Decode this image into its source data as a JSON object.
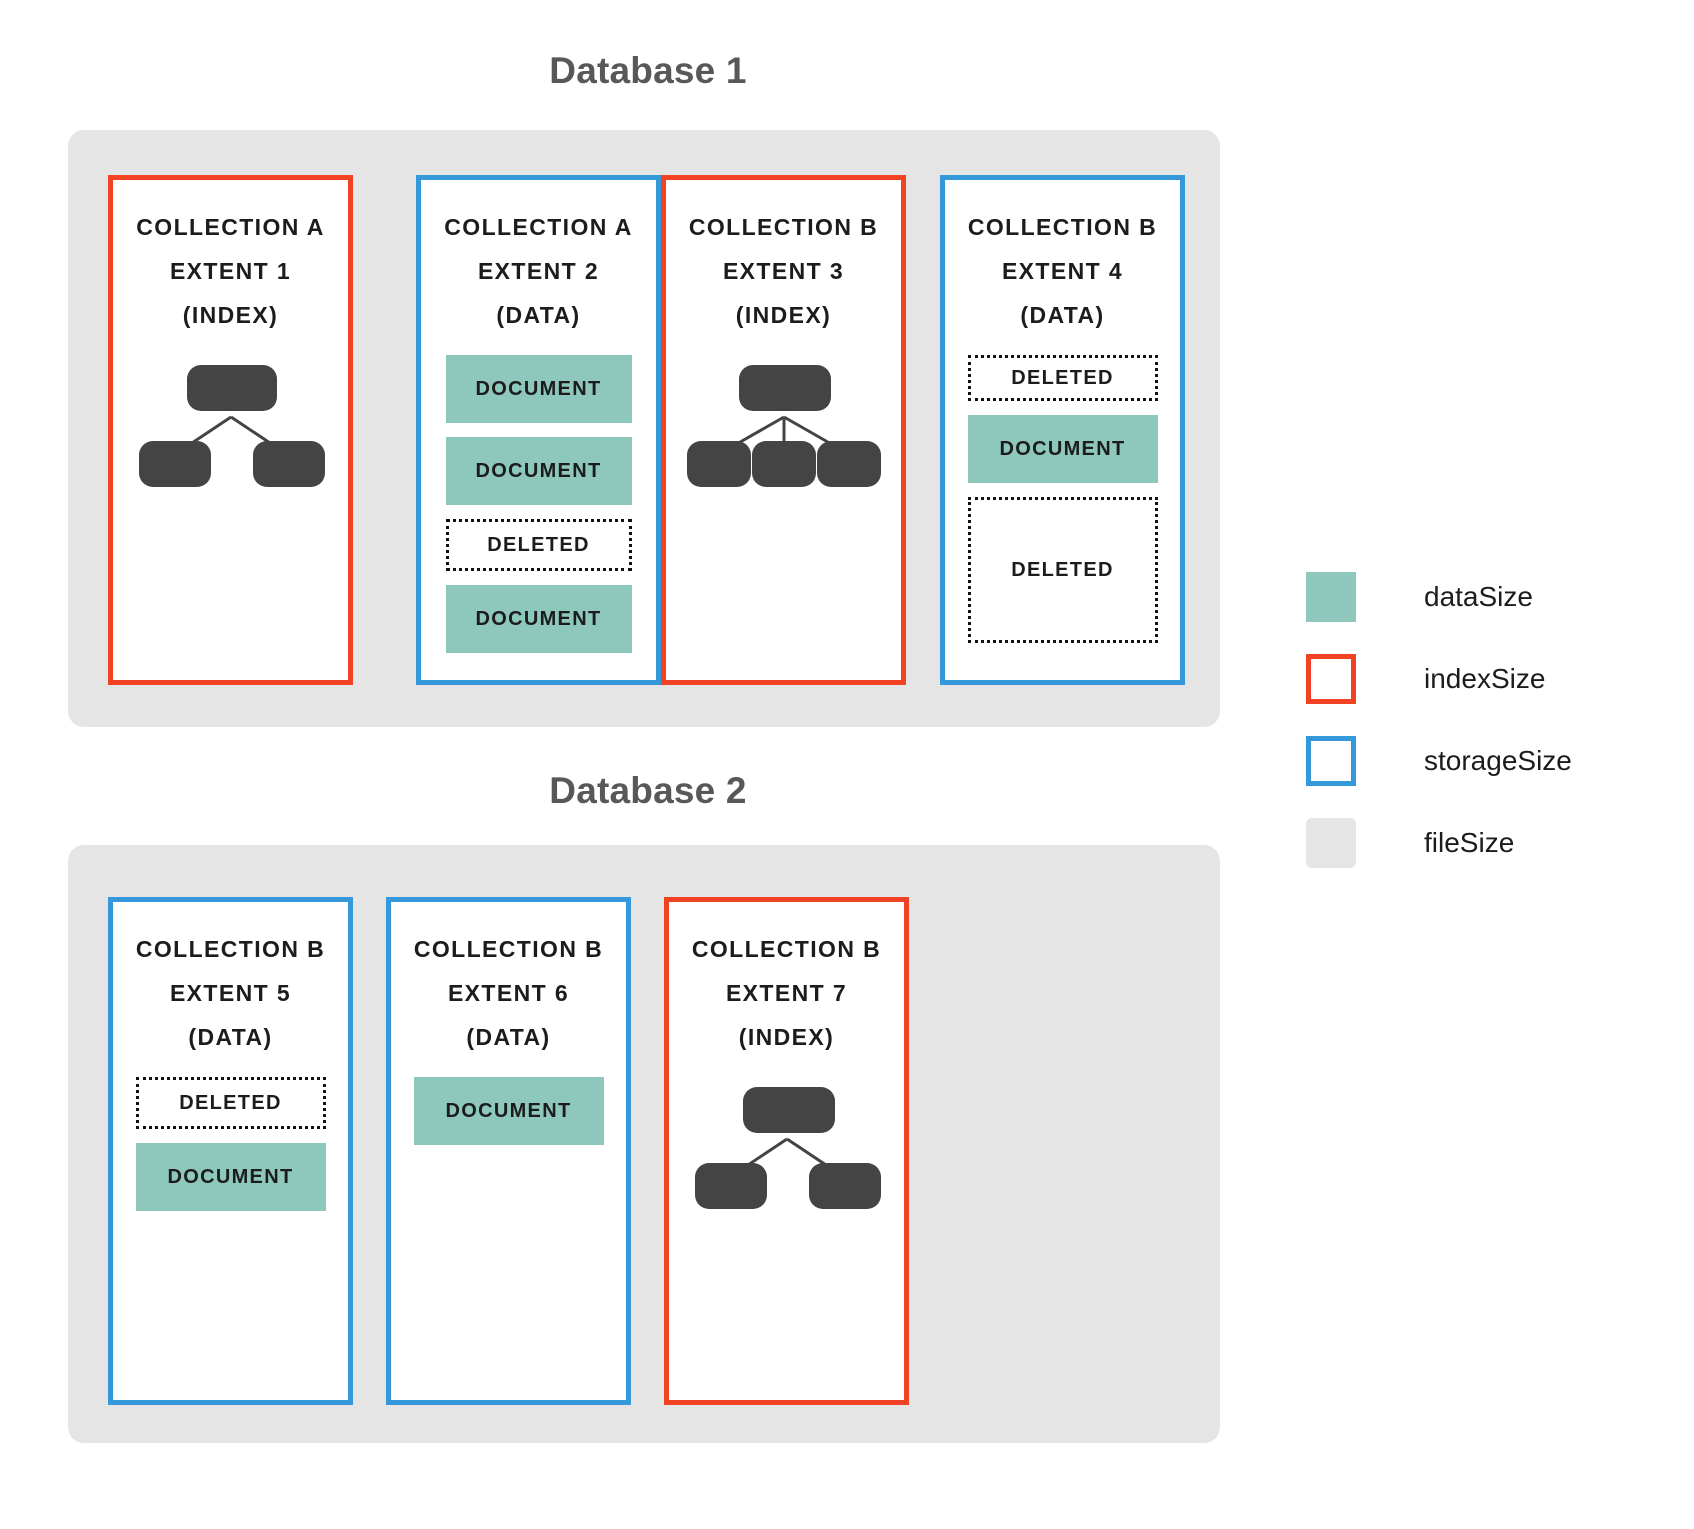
{
  "databases": [
    {
      "title": "Database 1",
      "file_color": "#e5e5e5",
      "extents": [
        {
          "name": "COLLECTION A\nEXTENT 1\n(INDEX)",
          "collection": "COLLECTION A",
          "extent_label": "EXTENT 1",
          "kind_label": "(INDEX)",
          "border_type": "indexSize",
          "border_color": "#f04323",
          "content": "index-tree",
          "tree": {
            "root_children": 2
          }
        },
        {
          "name": "COLLECTION A\nEXTENT 2\n(DATA)",
          "collection": "COLLECTION A",
          "extent_label": "EXTENT 2",
          "kind_label": "(DATA)",
          "border_type": "storageSize",
          "border_color": "#3498db",
          "content": "blocks",
          "blocks": [
            {
              "label": "DOCUMENT",
              "type": "document",
              "height": 68
            },
            {
              "label": "DOCUMENT",
              "type": "document",
              "height": 68
            },
            {
              "label": "DELETED",
              "type": "deleted",
              "height": 52
            },
            {
              "label": "DOCUMENT",
              "type": "document",
              "height": 68
            }
          ]
        },
        {
          "name": "COLLECTION B\nEXTENT 3\n(INDEX)",
          "collection": "COLLECTION B",
          "extent_label": "EXTENT 3",
          "kind_label": "(INDEX)",
          "border_type": "indexSize",
          "border_color": "#f04323",
          "content": "index-tree",
          "tree": {
            "root_children": 3
          }
        },
        {
          "name": "COLLECTION B\nEXTENT 4\n(DATA)",
          "collection": "COLLECTION B",
          "extent_label": "EXTENT 4",
          "kind_label": "(DATA)",
          "border_type": "storageSize",
          "border_color": "#3498db",
          "content": "blocks",
          "blocks": [
            {
              "label": "DELETED",
              "type": "deleted",
              "height": 46
            },
            {
              "label": "DOCUMENT",
              "type": "document",
              "height": 68
            },
            {
              "label": "DELETED",
              "type": "deleted",
              "height": 146
            }
          ]
        }
      ]
    },
    {
      "title": "Database 2",
      "file_color": "#e5e5e5",
      "extents": [
        {
          "name": "COLLECTION B\nEXTENT 5\n(DATA)",
          "collection": "COLLECTION B",
          "extent_label": "EXTENT 5",
          "kind_label": "(DATA)",
          "border_type": "storageSize",
          "border_color": "#3498db",
          "content": "blocks",
          "blocks": [
            {
              "label": "DELETED",
              "type": "deleted",
              "height": 52
            },
            {
              "label": "DOCUMENT",
              "type": "document",
              "height": 68
            }
          ]
        },
        {
          "name": "COLLECTION B\nEXTENT 6\n(DATA)",
          "collection": "COLLECTION B",
          "extent_label": "EXTENT 6",
          "kind_label": "(DATA)",
          "border_type": "storageSize",
          "border_color": "#3498db",
          "content": "blocks",
          "blocks": [
            {
              "label": "DOCUMENT",
              "type": "document",
              "height": 68
            }
          ]
        },
        {
          "name": "COLLECTION B\nEXTENT 7\n(INDEX)",
          "collection": "COLLECTION B",
          "extent_label": "EXTENT 7",
          "kind_label": "(INDEX)",
          "border_type": "indexSize",
          "border_color": "#f04323",
          "content": "index-tree",
          "tree": {
            "root_children": 2
          }
        }
      ]
    }
  ],
  "legend": {
    "items": [
      {
        "label": "dataSize",
        "swatch": "filled",
        "color": "#8ec8bc"
      },
      {
        "label": "indexSize",
        "swatch": "outline",
        "color": "#f04323"
      },
      {
        "label": "storageSize",
        "swatch": "outline",
        "color": "#3498db"
      },
      {
        "label": "fileSize",
        "swatch": "filled",
        "color": "#e5e5e5"
      }
    ]
  }
}
